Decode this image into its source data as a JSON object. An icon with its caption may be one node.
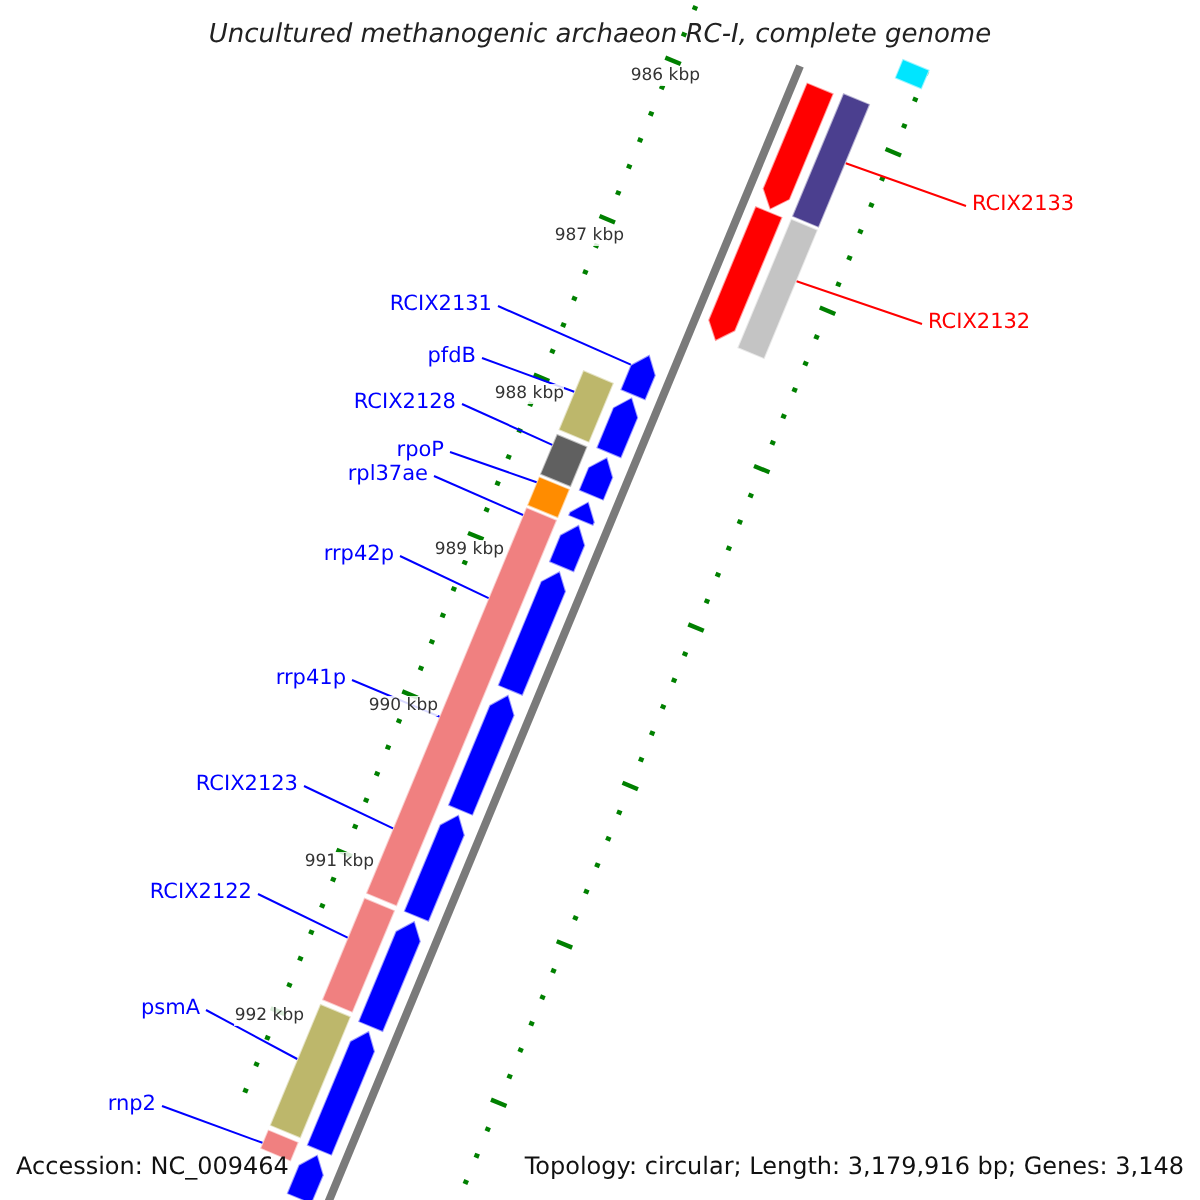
{
  "diagram": {
    "title": "Uncultured methanogenic archaeon RC-I, complete genome",
    "nodes": [
      {
        "text": [
          "RCIX2133"
        ]
      },
      {
        "text": [
          "RCIX2132"
        ]
      },
      {
        "text": [
          "RCIX2131"
        ]
      },
      {
        "text": [
          "pfdB"
        ]
      },
      {
        "text": [
          "RCIX2128"
        ]
      },
      {
        "text": [
          "rpoP"
        ]
      },
      {
        "text": [
          "rpl37ae"
        ]
      },
      {
        "text": [
          "rrp42p"
        ]
      },
      {
        "text": [
          "rrp41p"
        ]
      },
      {
        "text": [
          "RCIX2123"
        ]
      },
      {
        "text": [
          "RCIX2122"
        ]
      },
      {
        "text": [
          "psmA"
        ]
      },
      {
        "text": [
          "rnp2"
        ]
      },
      {
        "text": [],
        "shape": "bar"
      },
      {
        "text": [],
        "shape": "arrow"
      },
      {
        "text": [],
        "shape": "bar"
      },
      {
        "text": [],
        "shape": "arrow"
      },
      {
        "text": [],
        "shape": "bar"
      },
      {
        "text": [],
        "shape": "arrow"
      },
      {
        "text": [],
        "shape": "arrow"
      },
      {
        "text": [],
        "shape": "arrow"
      },
      {
        "text": [],
        "shape": "arrow"
      },
      {
        "text": [],
        "shape": "arrow"
      },
      {
        "text": [],
        "shape": "arrow"
      },
      {
        "text": [],
        "shape": "arrow"
      },
      {
        "text": [],
        "shape": "arrow"
      },
      {
        "text": [],
        "shape": "arrow"
      },
      {
        "text": [],
        "shape": "arrow"
      },
      {
        "text": [],
        "shape": "arrow"
      },
      {
        "text": [],
        "shape": "bar"
      },
      {
        "text": [],
        "shape": "bar"
      },
      {
        "text": [],
        "shape": "bar"
      },
      {
        "text": [],
        "shape": "bar"
      },
      {
        "text": [],
        "shape": "bar"
      },
      {
        "text": [],
        "shape": "bar"
      },
      {
        "text": [],
        "shape": "bar"
      }
    ],
    "edges": [
      {
        "from": 0,
        "to": 15,
        "arrow": "none",
        "color": "#ff0000"
      },
      {
        "from": 1,
        "to": 17,
        "arrow": "none",
        "color": "#ff0000"
      },
      {
        "from": 2,
        "to": 18,
        "arrow": "none"
      },
      {
        "from": 3,
        "to": 29,
        "arrow": "none"
      },
      {
        "from": 4,
        "to": 30,
        "arrow": "none"
      },
      {
        "from": 5,
        "to": 31,
        "arrow": "none"
      },
      {
        "from": 6,
        "to": 32,
        "arrow": "none"
      },
      {
        "from": 7,
        "to": 32,
        "arrow": "none"
      },
      {
        "from": 8,
        "to": 32,
        "arrow": "none"
      },
      {
        "from": 9,
        "to": 32,
        "arrow": "none"
      },
      {
        "from": 10,
        "to": 33,
        "arrow": "none"
      },
      {
        "from": 11,
        "to": 34,
        "arrow": "none"
      },
      {
        "from": 12,
        "to": 35,
        "arrow": "none"
      }
    ],
    "labels": [
      "986 kbp",
      "987 kbp",
      "988 kbp",
      "989 kbp",
      "990 kbp",
      "991 kbp",
      "992 kbp",
      "Accession: NC_009464",
      "Topology: circular; Length: 3,179,916 bp; Genes: 3,148"
    ]
  }
}
